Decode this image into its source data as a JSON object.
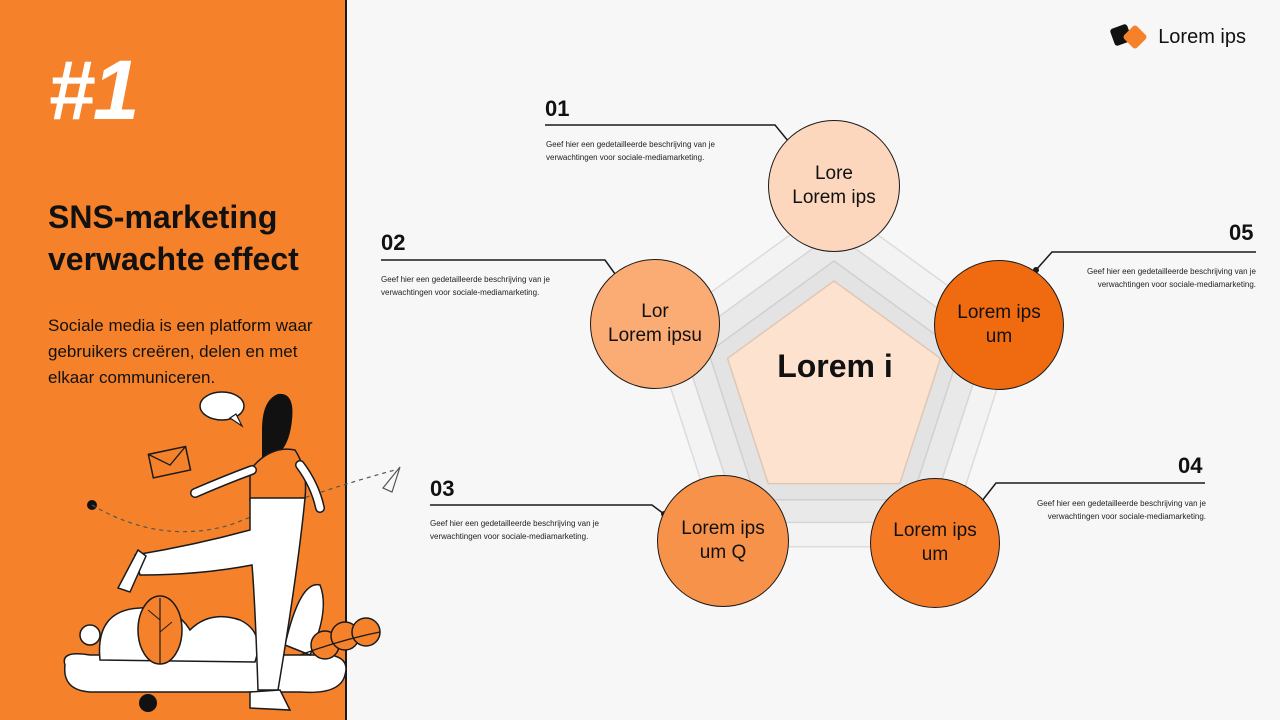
{
  "slide_number": "#1",
  "title": "SNS-marketing verwachte effect",
  "description": "Sociale media is een platform waar gebruikers creëren, delen en met elkaar communiceren.",
  "brand": {
    "name": "Lorem ips",
    "logo_icon": "brand-logo-icon"
  },
  "diagram": {
    "center_label": "Lorem i",
    "steps": [
      {
        "number": "01",
        "node_label": "Lore\nLorem ips",
        "desc": "Geef hier een gedetailleerde beschrijving van je verwachtingen voor sociale-mediamarketing.",
        "color": "#fcd7bd"
      },
      {
        "number": "02",
        "node_label": "Lor\nLorem ipsu",
        "desc": "Geef hier een gedetailleerde beschrijving van je verwachtingen voor sociale-mediamarketing.",
        "color": "#fbac75"
      },
      {
        "number": "03",
        "node_label": "Lorem ips\num Q",
        "desc": "Geef hier een gedetailleerde beschrijving van je verwachtingen voor sociale-mediamarketing.",
        "color": "#f7924a"
      },
      {
        "number": "04",
        "node_label": "Lorem ips\num",
        "desc": "Geef hier een gedetailleerde beschrijving van je verwachtingen voor sociale-mediamarketing.",
        "color": "#f47a26"
      },
      {
        "number": "05",
        "node_label": "Lorem ips\num",
        "desc": "Geef hier een gedetailleerde beschrijving van je verwachtingen voor sociale-mediamarketing.",
        "color": "#f06a10"
      }
    ]
  },
  "colors": {
    "accent": "#f5822a",
    "dark": "#1a1a1a",
    "center_fill": "#fde3cf"
  }
}
